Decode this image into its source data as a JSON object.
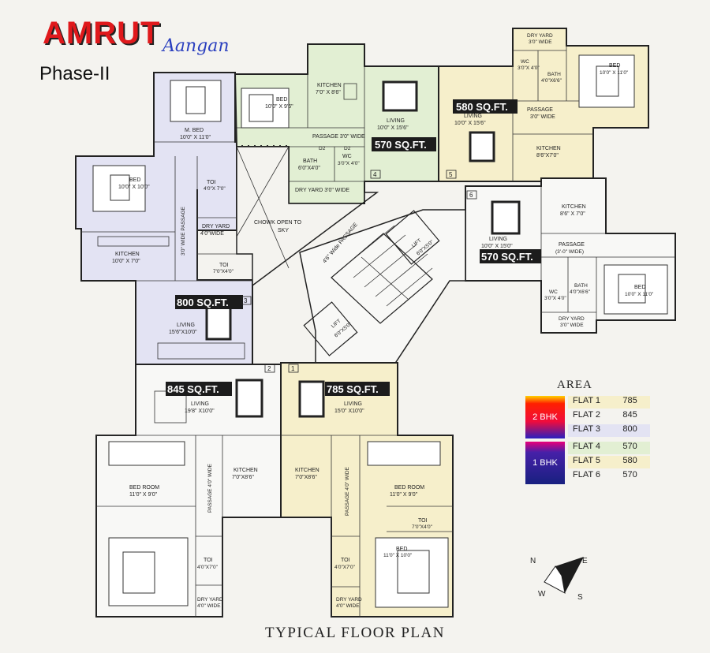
{
  "brand": {
    "name": "AMRUT",
    "subname": "Aangan",
    "phase": "Phase-II"
  },
  "footer": {
    "title": "TYPICAL FLOOR PLAN"
  },
  "compass": {
    "n": "N",
    "e": "E",
    "s": "S",
    "w": "W"
  },
  "common": {
    "chowk": "CHOWK OPEN TO",
    "chowk2": "SKY",
    "wide_passage": "4'6\" Wide PASSAGE",
    "lift_a": "LIFT",
    "lift_a_size": "6'0\"X5'0\"",
    "lift_b": "LIFT",
    "lift_b_size": "6'0\"X5'0\""
  },
  "flats": {
    "f1": {
      "num": "1",
      "area": "785 SQ.FT.",
      "living": "LIVING",
      "living_size": "15'0\" X10'0\"",
      "kitchen": "KITCHEN",
      "kitchen_size": "7'0\"X8'6\"",
      "passage": "PASSAGE 4'0\" WIDE",
      "bed": "BED ROOM",
      "bed_size": "11'0\" X 9'0\"",
      "toi": "TOI",
      "toi_size": "7'0\"X4'0\"",
      "bed2": "BED",
      "bed2_size": "11'0\" X 10'0\"",
      "toi2": "TOI",
      "toi2_size": "4'0\"X7'0\"",
      "dry": "DRY YARD",
      "dry_size": "4'0\" WIDE"
    },
    "f2": {
      "num": "2",
      "area": "845 SQ.FT.",
      "living": "LIVING",
      "living_size": "19'8\" X10'0\"",
      "kitchen": "KITCHEN",
      "kitchen_size": "7'0\"X8'6\"",
      "passage": "PASSAGE 4'0\" WIDE",
      "bed": "BED ROOM",
      "bed_size": "11'0\" X 9'0\"",
      "toi": "TOI",
      "toi_size": "4'0\"X7'0\"",
      "dry": "DRY YARD",
      "dry_size": "4'0\" WIDE"
    },
    "f3": {
      "num": "3",
      "area": "800 SQ.FT.",
      "living": "LIVING",
      "living_size": "15'6\"X10'0\"",
      "kitchen": "KITCHEN",
      "kitchen_size": "10'0\" X 7'0\"",
      "mbed": "M. BED",
      "mbed_size": "10'0\" X 11'0\"",
      "bed": "BED",
      "bed_size": "10'0\" X 10'0\"",
      "toi": "TOI",
      "toi_size": "4'0\"X 7'0\"",
      "dry": "DRY YARD",
      "dry_size": "4'0\"WIDE",
      "toi2": "TOI",
      "toi2_size": "7'0\"X4'0\"",
      "passage": "3'0\" WIDE PASSAGE"
    },
    "f4": {
      "num": "4",
      "area": "570 SQ.FT.",
      "living": "LIVING",
      "living_size": "10'0\" X 15'6\"",
      "kitchen": "KITCHEN",
      "kitchen_size": "7'0\" X 8'6\"",
      "bed": "BED",
      "bed_size": "10'0\" X 9'6\"",
      "passage": "PASSAGE 3'0\" WIDE",
      "d2a": "D2",
      "d2b": "D2",
      "bath": "BATH",
      "bath_size": "6'0\"X4'0\"",
      "wc": "WC",
      "wc_size": "3'0\"X 4'0\"",
      "dry": "DRY YARD 3'0\" WIDE"
    },
    "f5": {
      "num": "5",
      "area": "580 SQ.FT.",
      "living": "LIVING",
      "living_size": "10'0\" X 15'6\"",
      "kitchen": "KITCHEN",
      "kitchen_size": "8'6\"X7'0\"",
      "dry": "DRY YARD",
      "dry_size": "3'0\" WIDE",
      "wc": "WC",
      "wc_size": "3'0\"X 4'0\"",
      "bath": "BATH",
      "bath_size": "4'0\"X6'6\"",
      "bed": "BED",
      "bed_size": "10'0\" X 11'0\"",
      "passage": "PASSAGE",
      "passage_size": "3'0\" WIDE"
    },
    "f6": {
      "num": "6",
      "area": "570 SQ.FT.",
      "living": "LIVING",
      "living_size": "10'0\" X 15'0\"",
      "kitchen": "KITCHEN",
      "kitchen_size": "8'6\" X 7'0\"",
      "passage": "PASSAGE",
      "passage_size": "(3'-0\" WIDE)",
      "wc": "WC",
      "wc_size": "3'0\"X 4'0\"",
      "bath": "BATH",
      "bath_size": "4'0\"X6'6\"",
      "bed": "BED",
      "bed_size": "10'0\" X 11'0\"",
      "dry": "DRY YARD",
      "dry_size": "3'0\" WIDE"
    }
  },
  "area_table": {
    "title": "AREA",
    "group_2bhk": "2 BHK",
    "group_1bhk": "1 BHK",
    "rows": [
      {
        "flat": "FLAT 1",
        "value": "785"
      },
      {
        "flat": "FLAT 2",
        "value": "845"
      },
      {
        "flat": "FLAT 3",
        "value": "800"
      },
      {
        "flat": "FLAT 4",
        "value": "570"
      },
      {
        "flat": "FLAT 5",
        "value": "580"
      },
      {
        "flat": "FLAT 6",
        "value": "570"
      }
    ]
  },
  "colors": {
    "flat_green": "#e2efd3",
    "flat_cream": "#f6efcb",
    "flat_lavender": "#e3e3f3",
    "flat_white": "#f8f8f6",
    "logo_red": "#e0191c",
    "logo_blue": "#2a3fbf"
  }
}
